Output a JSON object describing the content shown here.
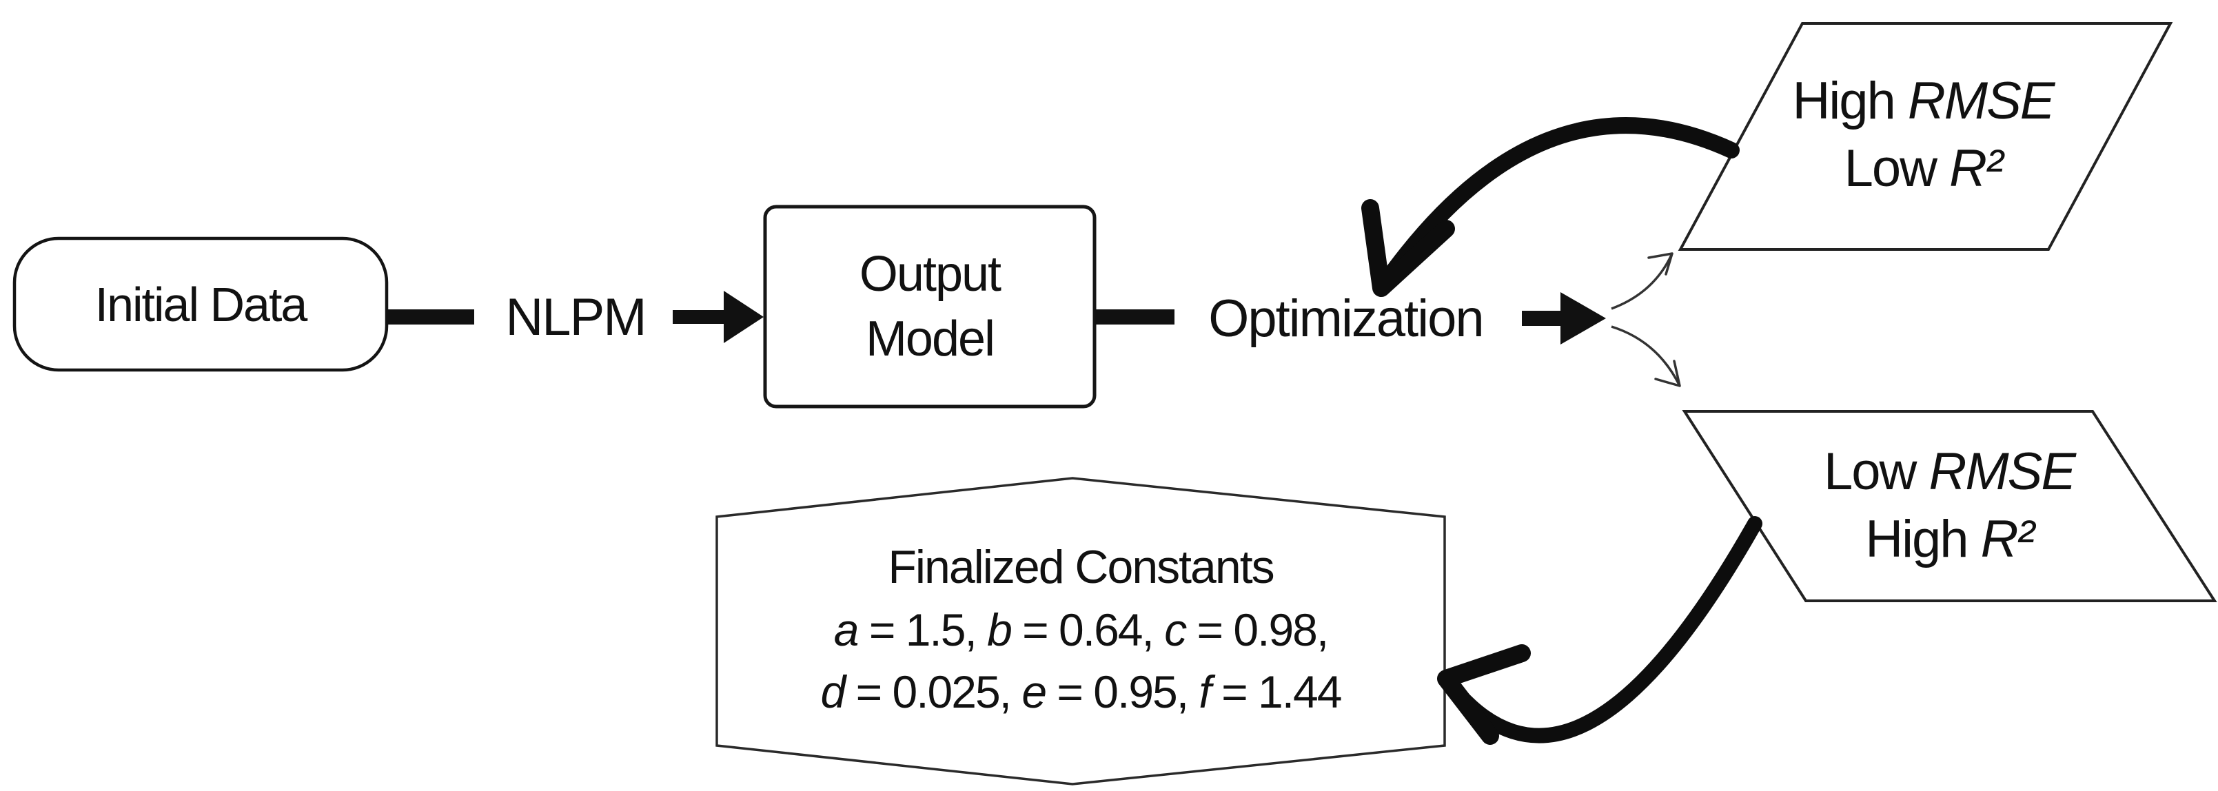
{
  "diagram": {
    "nodes": {
      "initial_data": {
        "label": "Initial Data"
      },
      "output_model": {
        "lines": [
          "Output",
          "Model"
        ]
      },
      "high_rmse": {
        "lines": [
          [
            {
              "t": "High ",
              "i": false
            },
            {
              "t": "RMSE",
              "i": true
            }
          ],
          [
            {
              "t": "Low ",
              "i": false
            },
            {
              "t": "R²",
              "i": true
            }
          ]
        ]
      },
      "low_rmse": {
        "lines": [
          [
            {
              "t": "Low ",
              "i": false
            },
            {
              "t": "RMSE",
              "i": true
            }
          ],
          [
            {
              "t": "High ",
              "i": false
            },
            {
              "t": "R²",
              "i": true
            }
          ]
        ]
      },
      "finalized_constants": {
        "title": "Finalized Constants",
        "lines": [
          [
            {
              "t": "a",
              "i": true
            },
            {
              "t": " = 1.5, ",
              "i": false
            },
            {
              "t": "b",
              "i": true
            },
            {
              "t": " = 0.64, ",
              "i": false
            },
            {
              "t": "c",
              "i": true
            },
            {
              "t": " = 0.98,",
              "i": false
            }
          ],
          [
            {
              "t": "d",
              "i": true
            },
            {
              "t": " = 0.025, ",
              "i": false
            },
            {
              "t": "e",
              "i": true
            },
            {
              "t": " = 0.95, ",
              "i": false
            },
            {
              "t": "f",
              "i": true
            },
            {
              "t": " = 1.44",
              "i": false
            }
          ]
        ]
      }
    },
    "edge_labels": {
      "nlpm": "NLPM",
      "optimization": "Optimization"
    },
    "icons": {
      "flow_arrowhead": "filled-right-triangle",
      "loop_arrow_high": "thick-curved-arrow-down",
      "loop_arrow_low": "thick-curved-arrow-left",
      "branch_arrow_up": "thin-curved-arrow-up-right",
      "branch_arrow_down": "thin-curved-arrow-down-right"
    },
    "colors": {
      "ink": "#111111",
      "background": "#ffffff"
    }
  }
}
